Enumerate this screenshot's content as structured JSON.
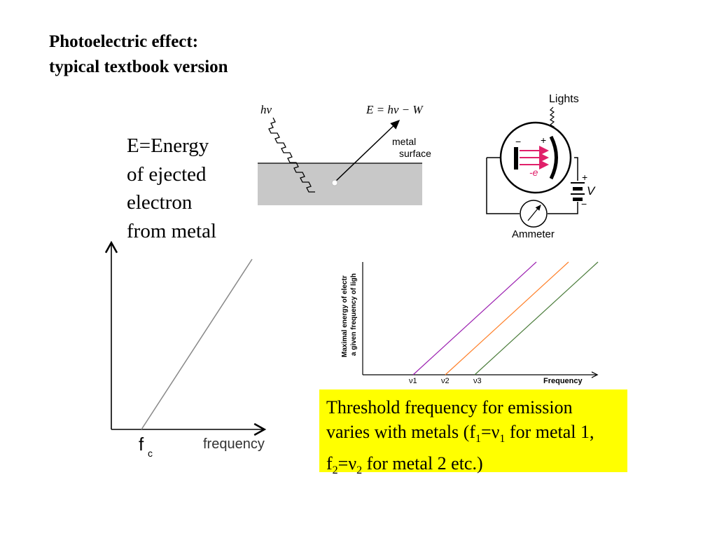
{
  "title": {
    "line1": "Photoelectric effect:",
    "line2": "typical textbook version"
  },
  "energy_note": {
    "lines": [
      "E=Energy",
      "of ejected",
      "electron",
      "from metal"
    ]
  },
  "reflection_diagram": {
    "photon_label": "hν",
    "equation": "E = hν − W",
    "surface_label_line1": "metal",
    "surface_label_line2": "surface"
  },
  "circuit_diagram": {
    "lights_label": "Lights",
    "minus_sign": "−",
    "plus_sign": "+",
    "electron_label": "-e",
    "battery_plus": "+",
    "battery_minus": "−",
    "voltage_label": "V",
    "ammeter_label": "Ammeter"
  },
  "graph_left": {
    "x_label": "frequency",
    "threshold_label": "f",
    "threshold_subscript": "c"
  },
  "graph_right": {
    "y_label_line1": "Maximal energy of electr",
    "y_label_line2": "a given frequency of ligh",
    "x_label": "Frequency",
    "thresholds": [
      "ν1",
      "ν2",
      "ν3"
    ],
    "colors": [
      "#9b1fb0",
      "#ff7f27",
      "#4a7c3a"
    ]
  },
  "callout": {
    "color": "#ffff00",
    "text_part1": "Threshold frequency for emission varies with metals (f",
    "sub1": "1",
    "text_part2": "=ν",
    "sub2": "1",
    "text_part3": " for metal 1, f",
    "sub3": "2",
    "text_part4": "=ν",
    "sub4": "2",
    "text_part5": " for metal 2 etc.)"
  }
}
